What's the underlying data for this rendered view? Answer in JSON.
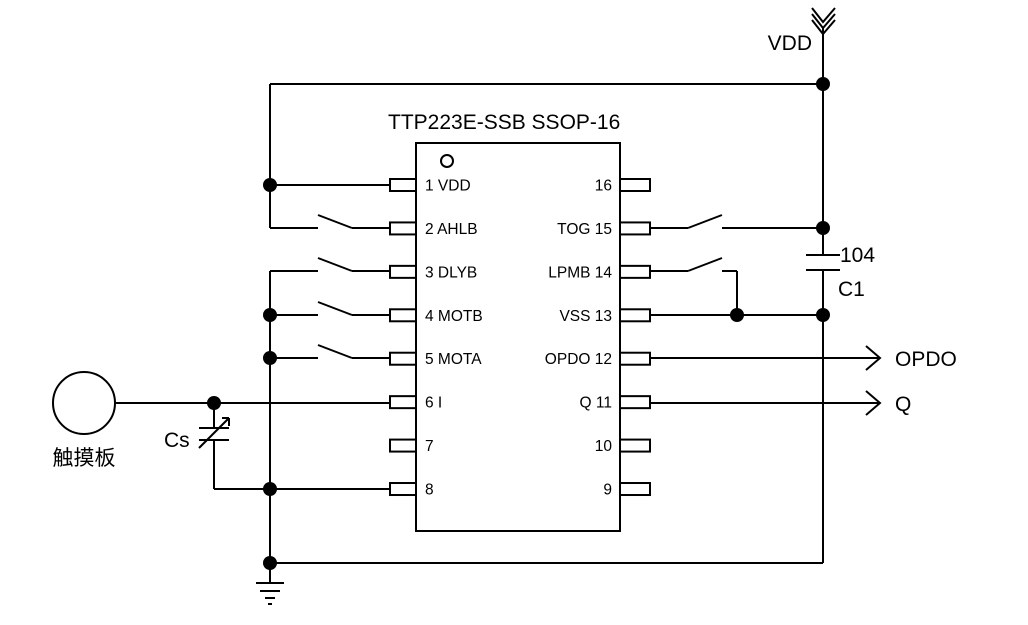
{
  "chip": {
    "title": "TTP223E-SSB SSOP-16",
    "left_pins": [
      "1 VDD",
      "2 AHLB",
      "3 DLYB",
      "4 MOTB",
      "5 MOTA",
      "6 I",
      "7",
      "8"
    ],
    "right_pins": [
      "16",
      "TOG 15",
      "LPMB 14",
      "VSS 13",
      "OPDO 12",
      "Q 11",
      "10",
      "9"
    ]
  },
  "labels": {
    "vdd": "VDD",
    "cap_value": "104",
    "cap_name": "C1",
    "cs": "Cs",
    "touch_pad": "触摸板",
    "out_opdo": "OPDO",
    "out_q": "Q"
  }
}
